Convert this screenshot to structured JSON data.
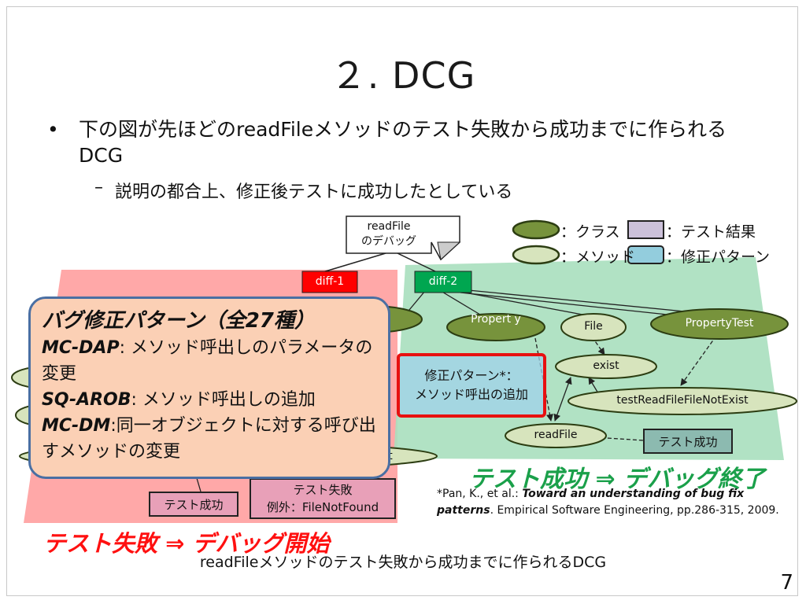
{
  "slide": {
    "title": "２. DCG",
    "bullet_main": "下の図が先ほどのreadFileメソッドのテスト失敗から成功までに作られるDCG",
    "bullet_sub": "説明の都合上、修正後テストに成功したとしている",
    "page_number": "7",
    "caption": "readFileメソッドのテスト失敗から成功までに作られるDCG",
    "bullet_symbol": "•",
    "sub_bullet_symbol": "–"
  },
  "diagram": {
    "speech_bubble": {
      "line1": "readFile",
      "line2": "のデバッグ"
    },
    "diff1_label": "diff-1",
    "diff2_label": "diff-2",
    "nodes": {
      "property": "Propert y",
      "file": "File",
      "property_test": "PropertyTest",
      "exist": "exist",
      "test_read_file_file_not_exist": "testReadFileFileNotExist",
      "read_file": "readFile",
      "partial_right": "t",
      "partial_bottom": "st"
    },
    "result_success_green": "テスト成功",
    "result_success_red": "テスト成功",
    "result_fail_line1": "テスト失敗",
    "result_fail_line2": "例外：FileNotFound",
    "fix_pattern_line1": "修正パターン*：",
    "fix_pattern_line2": "メソッド呼出の追加",
    "success_label": "テスト成功 ⇒ デバッグ終了",
    "fail_label": "テスト失敗 ⇒ デバッグ開始"
  },
  "legend": {
    "class": "：クラス",
    "test_result": "：テスト結果",
    "method": "：メソッド",
    "fix_pattern": "：修正パターン"
  },
  "callout": {
    "heading": "バグ修正パターン（全27種）",
    "items": [
      {
        "code": "MC-DAP",
        "desc": ": メソッド呼出しのパラメータの変更"
      },
      {
        "code": "SQ-AROB",
        "desc": ": メソッド呼出しの追加"
      },
      {
        "code": "MC-DM",
        "desc": ":同一オブジェクトに対する呼び出すメソッドの変更"
      }
    ]
  },
  "citation": {
    "prefix": "*Pan, K., et al.:",
    "title": "Toward an understanding of bug fix patterns",
    "suffix": ". Empirical Software Engineering, pp.286-315, 2009."
  },
  "colors": {
    "class_fill": "#77933c",
    "method_fill": "#d7e4bd",
    "test_result_fill": "#ccc1da",
    "fix_pattern_fill": "#93cddd",
    "red_region": "#ff9999",
    "green_region": "#a8dfbe",
    "diff1": "#ff0000",
    "diff2": "#00a650",
    "success_text": "#1aa04a",
    "fail_text": "#ff1010"
  }
}
